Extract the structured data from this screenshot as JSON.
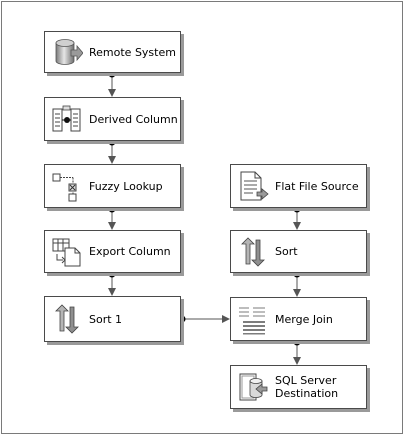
{
  "nodes": [
    {
      "id": "remote",
      "label": "Remote System",
      "icon": "database-source-icon"
    },
    {
      "id": "derived",
      "label": "Derived Column",
      "icon": "derived-column-icon"
    },
    {
      "id": "fuzzy",
      "label": "Fuzzy Lookup",
      "icon": "fuzzy-lookup-icon"
    },
    {
      "id": "export",
      "label": "Export Column",
      "icon": "export-column-icon"
    },
    {
      "id": "sort1",
      "label": "Sort 1",
      "icon": "sort-icon"
    },
    {
      "id": "flatfile",
      "label": "Flat File Source",
      "icon": "flat-file-source-icon"
    },
    {
      "id": "sort",
      "label": "Sort",
      "icon": "sort-icon"
    },
    {
      "id": "merge",
      "label": "Merge Join",
      "icon": "merge-join-icon"
    },
    {
      "id": "sqldest",
      "label": "SQL Server Destination",
      "icon": "sql-server-destination-icon"
    }
  ],
  "paths": [
    {
      "from": "remote",
      "to": "derived"
    },
    {
      "from": "derived",
      "to": "fuzzy"
    },
    {
      "from": "fuzzy",
      "to": "export"
    },
    {
      "from": "export",
      "to": "sort1"
    },
    {
      "from": "flatfile",
      "to": "sort"
    },
    {
      "from": "sort",
      "to": "merge"
    },
    {
      "from": "sort1",
      "to": "merge"
    },
    {
      "from": "merge",
      "to": "sqldest"
    }
  ]
}
